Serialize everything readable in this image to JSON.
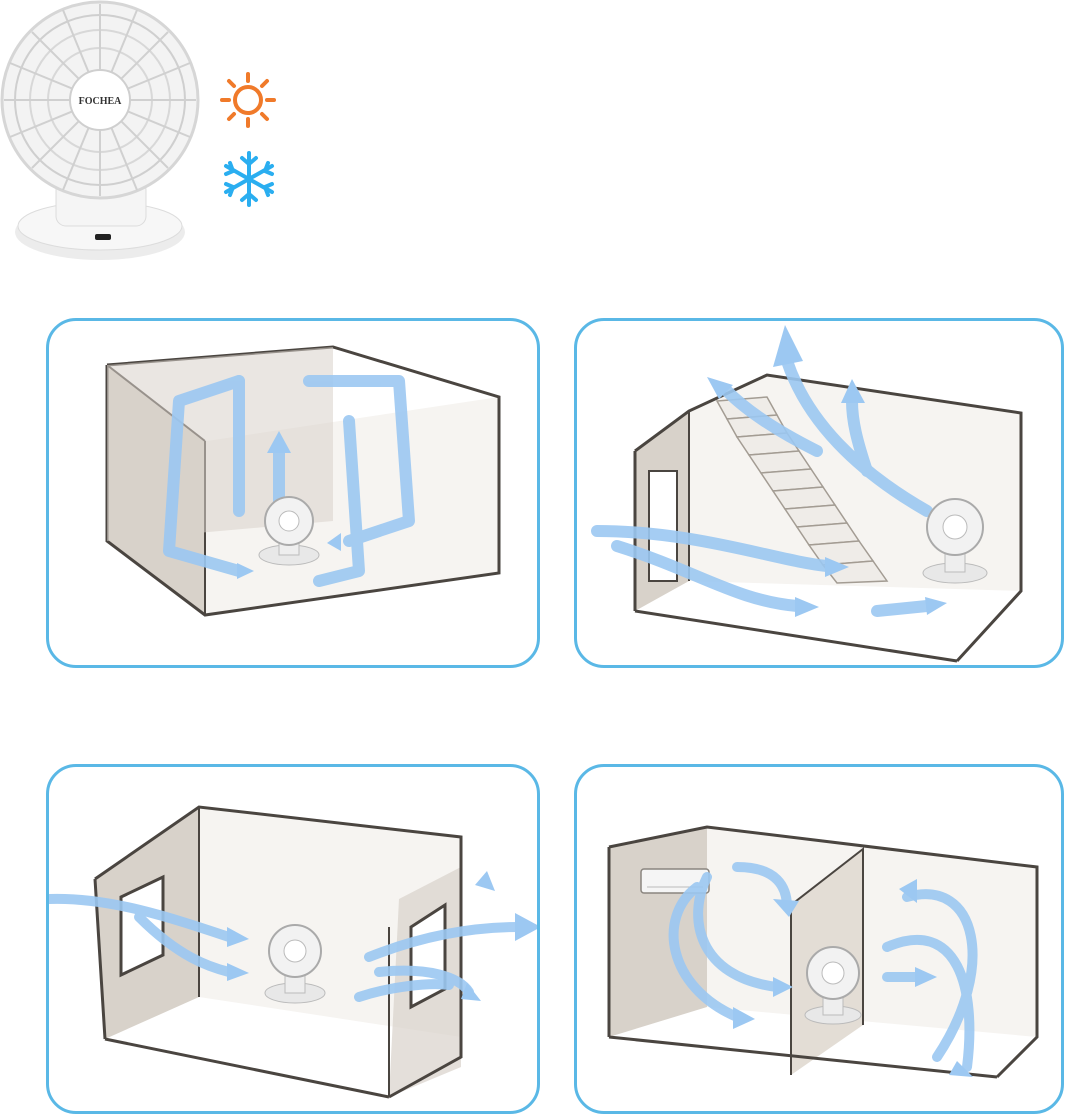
{
  "product": {
    "brand_text": "FOCHEA",
    "icons": [
      "sun-icon",
      "snowflake-icon"
    ]
  },
  "colors": {
    "panel_border": "#5ab8e6",
    "sun": "#f07a2a",
    "snowflake": "#2aaef0",
    "wall": "#d8d2ca",
    "room_line": "#4a4540",
    "airflow": "#9cc8f2"
  },
  "panels": [
    {
      "id": "panel-1",
      "scene": "room-circulation"
    },
    {
      "id": "panel-2",
      "scene": "stairs-circulation"
    },
    {
      "id": "panel-3",
      "scene": "window-ventilation"
    },
    {
      "id": "panel-4",
      "scene": "two-room-ac-circulation"
    }
  ]
}
